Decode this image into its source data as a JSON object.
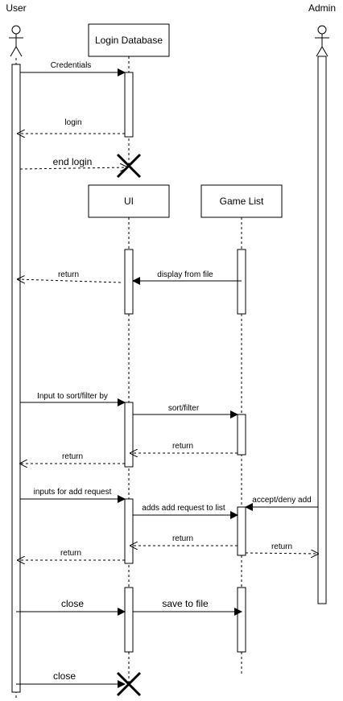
{
  "actors": {
    "user": "User",
    "admin": "Admin"
  },
  "participants": {
    "login_db": "Login Database",
    "ui": "UI",
    "game_list": "Game List"
  },
  "messages": {
    "credentials": "Credentials",
    "login": "login",
    "end_login": "end login",
    "return_display": "return",
    "display_from_file": "display from file",
    "input_sort": "Input to sort/filter by",
    "sort_filter": "sort/filter",
    "return_sort_gl": "return",
    "return_sort_ui": "return",
    "inputs_add": "inputs for add request",
    "accept_deny": "accept/deny add",
    "adds_request": "adds add request to list",
    "return_add_gl": "return",
    "return_add_admin": "return",
    "return_add_ui": "return",
    "close_1": "close",
    "save_to_file": "save to file",
    "close_2": "close"
  }
}
